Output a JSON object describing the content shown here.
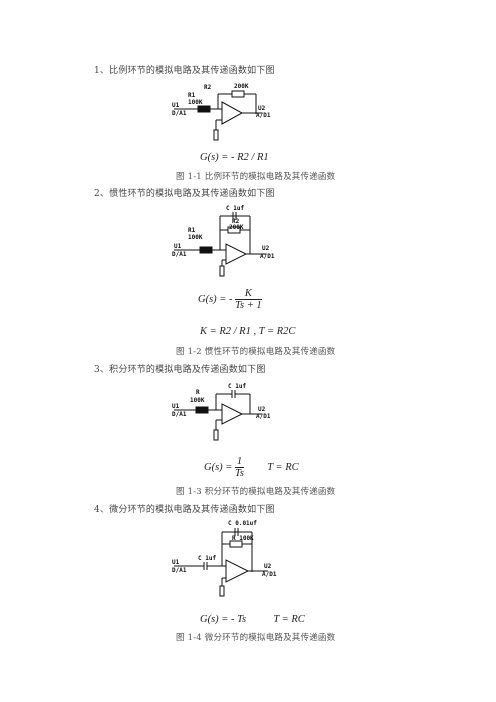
{
  "sections": [
    {
      "heading": "1、比例环节的模拟电路及其传递函数如下图",
      "circuit": {
        "in_label": "U1",
        "in_port": "D/A1",
        "out_label": "U2",
        "out_port": "A/D1",
        "r_in": "R1",
        "r_in_val": "100K",
        "r_fb": "R2",
        "r_fb_val": "200K"
      },
      "formula": "G(s) = - R2 / R1",
      "caption": "图 1-1 比例环节的模拟电路及其传递函数"
    },
    {
      "heading": "2、惯性环节的模拟电路及其传递函数如下图",
      "circuit": {
        "in_label": "U1",
        "in_port": "D/A1",
        "out_label": "U2",
        "out_port": "A/D1",
        "r_in": "R1",
        "r_in_val": "100K",
        "r_fb": "R2",
        "r_fb_val": "200K",
        "c_fb": "C 1uf"
      },
      "formula_lhs": "G(s) = -",
      "formula_num": "K",
      "formula_den": "Ts + 1",
      "formula2": "K = R2 / R1 , T = R2C",
      "caption": "图 1-2 惯性环节的模拟电路及其传递函数"
    },
    {
      "heading": "3、积分环节的模拟电路及传递函数如下图",
      "circuit": {
        "in_label": "U1",
        "in_port": "D/A1",
        "out_label": "U2",
        "out_port": "A/D1",
        "r_in": "R",
        "r_in_val": "100K",
        "c_fb": "C 1uf"
      },
      "formula_lhs": "G(s) =",
      "formula_num": "1",
      "formula_den": "Ts",
      "formula_rhs": "T = RC",
      "caption": "图 1-3 积分环节的模拟电路及其传递函数"
    },
    {
      "heading": "4、微分环节的模拟电路及其传递函数如下图",
      "circuit": {
        "in_label": "U1",
        "in_port": "D/A1",
        "out_label": "U2",
        "out_port": "A/D1",
        "c_in": "C 1uf",
        "r_fb": "R 100K",
        "c_small": "C 0.01uf"
      },
      "formula": "G(s) = - Ts",
      "formula_rhs": "T = RC",
      "caption": "图 1-4 微分环节的模拟电路及其传递函数"
    }
  ]
}
